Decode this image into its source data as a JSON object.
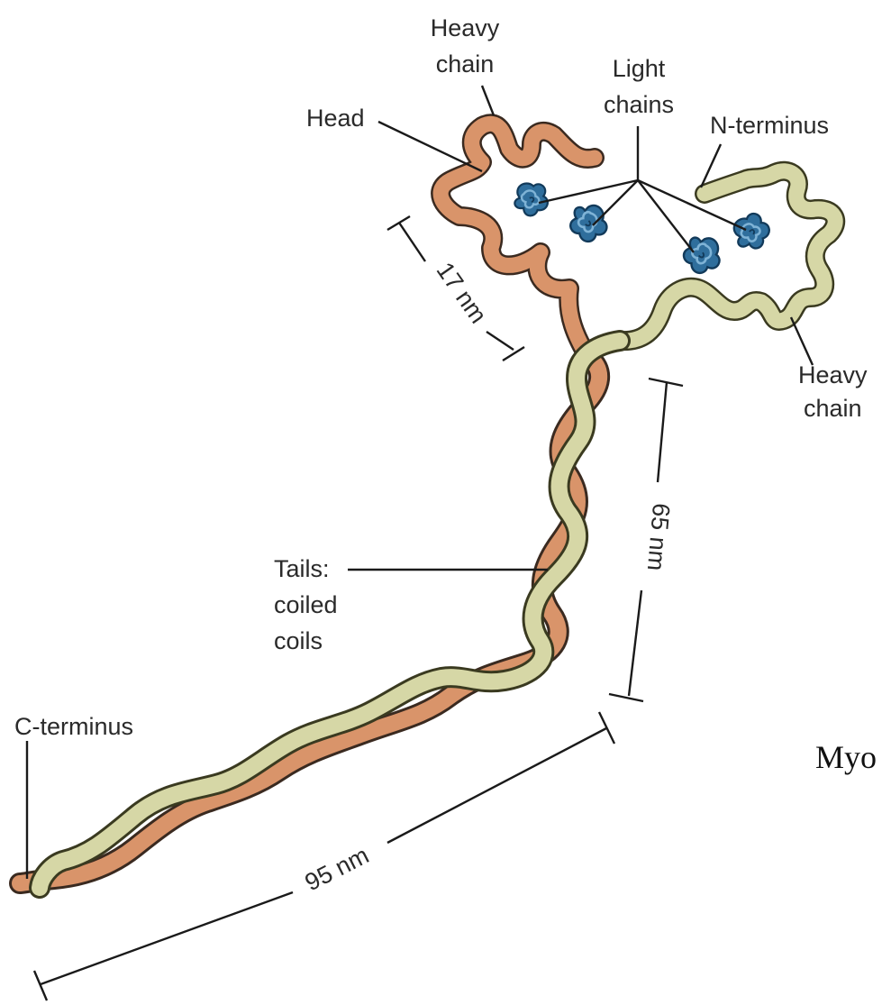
{
  "colors": {
    "heavy_chain_a": "#d9946a",
    "heavy_chain_b": "#d6d7a6",
    "light_chain": "#2f6e9c",
    "outline": "#3a2a20"
  },
  "labels": {
    "heavy_chain_top_line1": "Heavy",
    "heavy_chain_top_line2": "chain",
    "light_chains_line1": "Light",
    "light_chains_line2": "chains",
    "head": "Head",
    "n_terminus": "N-terminus",
    "heavy_chain_right_line1": "Heavy",
    "heavy_chain_right_line2": "chain",
    "tails_line1": "Tails:",
    "tails_line2": "coiled",
    "tails_line3": "coils",
    "c_terminus": "C-terminus"
  },
  "dimensions": {
    "head_length": "17 nm",
    "upper_tail_length": "65 nm",
    "lower_tail_length": "95 nm"
  },
  "caption": "Myo"
}
